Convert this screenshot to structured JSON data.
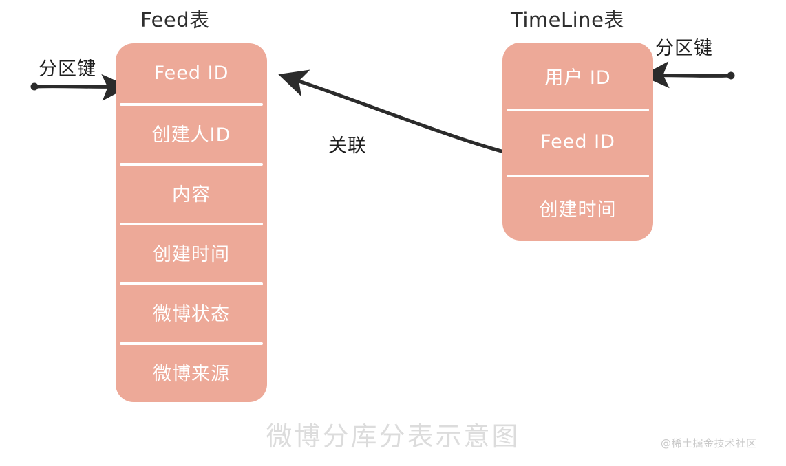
{
  "diagram": {
    "caption": "微博分库分表示意图",
    "watermark": "@稀土掘金技术社区",
    "accent_color": "#eda998",
    "divider_color": "#ffffff",
    "arrow_color": "#2b2b2b",
    "caption_color": "#dcdcdc",
    "background_color": "#ffffff"
  },
  "tables": [
    {
      "id": "feed",
      "title": "Feed表",
      "rows": [
        {
          "label": "Feed ID"
        },
        {
          "label": "创建人ID"
        },
        {
          "label": "内容"
        },
        {
          "label": "创建时间"
        },
        {
          "label": "微博状态"
        },
        {
          "label": "微博来源"
        }
      ]
    },
    {
      "id": "timeline",
      "title": "TimeLine表",
      "rows": [
        {
          "label": "用户 ID"
        },
        {
          "label": "Feed ID"
        },
        {
          "label": "创建时间"
        }
      ]
    }
  ],
  "annotations": {
    "partition_key_left": "分区键",
    "partition_key_right": "分区键",
    "relation": "关联"
  }
}
